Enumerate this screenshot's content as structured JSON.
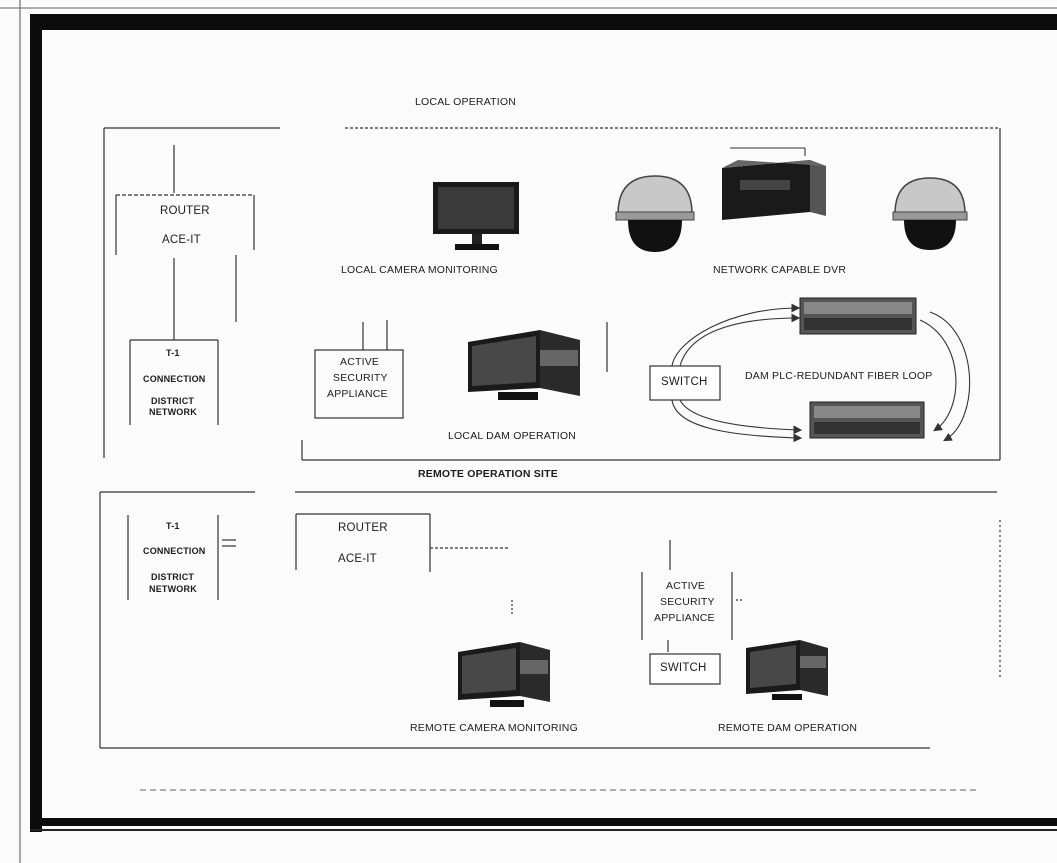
{
  "sections": {
    "local_title": "LOCAL OPERATION",
    "remote_title": "REMOTE OPERATION SITE"
  },
  "local": {
    "router": {
      "line1": "ROUTER",
      "line2": "ACE-IT"
    },
    "t1": {
      "line1": "T-1",
      "line2": "CONNECTION",
      "line3": "DISTRICT",
      "line4": "NETWORK"
    },
    "security": {
      "line1": "ACTIVE",
      "line2": "SECURITY",
      "line3": "APPLIANCE"
    },
    "camera_monitoring": "LOCAL CAMERA MONITORING",
    "dvr": "NETWORK CAPABLE DVR",
    "dam_operation": "LOCAL DAM OPERATION",
    "switch": "SWITCH",
    "plc": "DAM PLC-REDUNDANT FIBER LOOP"
  },
  "remote": {
    "t1": {
      "line1": "T-1",
      "line2": "CONNECTION",
      "line3": "DISTRICT",
      "line4": "NETWORK"
    },
    "router": {
      "line1": "ROUTER",
      "line2": "ACE-IT"
    },
    "security": {
      "line1": "ACTIVE",
      "line2": "SECURITY",
      "line3": "APPLIANCE"
    },
    "switch": "SWITCH",
    "camera_monitoring": "REMOTE CAMERA MONITORING",
    "dam_operation": "REMOTE DAM OPERATION"
  },
  "icons": [
    "monitor-icon",
    "dome-camera-icon",
    "dvr-icon",
    "computer-icon",
    "plc-icon"
  ]
}
